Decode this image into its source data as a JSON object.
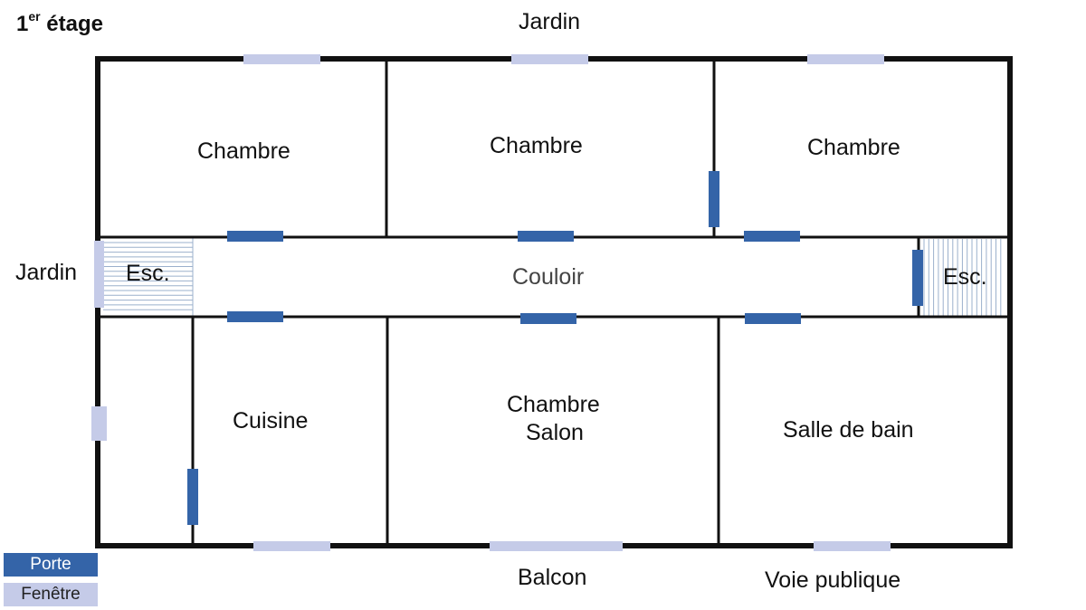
{
  "floor_title": {
    "number": "1",
    "suffix": "er",
    "word": "étage"
  },
  "outside": {
    "top": "Jardin",
    "left": "Jardin",
    "bottom_center": "Balcon",
    "bottom_right": "Voie publique"
  },
  "rooms": {
    "chambre_1": "Chambre",
    "chambre_2": "Chambre",
    "chambre_3": "Chambre",
    "esc_left": "Esc.",
    "couloir": "Couloir",
    "esc_right": "Esc.",
    "cuisine": "Cuisine",
    "chambre_salon_line1": "Chambre",
    "chambre_salon_line2": "Salon",
    "salle_de_bain": "Salle de bain"
  },
  "legend": {
    "door_label": "Porte",
    "window_label": "Fenêtre"
  },
  "colors": {
    "wall": "#111111",
    "door": "#3464a8",
    "window": "#c5cbe8",
    "stair_lines": "#9bb0cc",
    "legend_door_text": "#ffffff",
    "legend_window_text": "#222222"
  }
}
